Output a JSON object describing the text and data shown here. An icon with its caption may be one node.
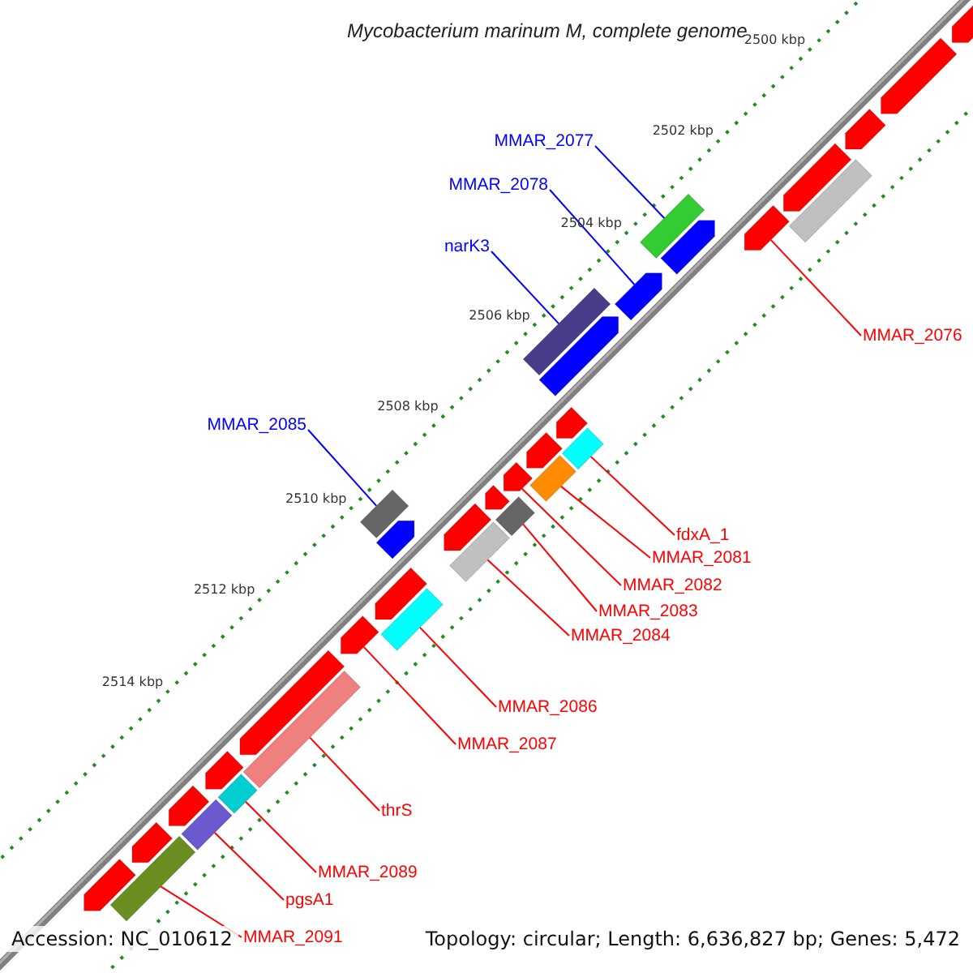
{
  "diagram": {
    "title": "Mycobacterium marinum M, complete genome",
    "nodes": [
      {
        "text": [
          "MMAR_2077"
        ]
      },
      {
        "text": [
          "MMAR_2078"
        ]
      },
      {
        "text": [
          "narK3"
        ]
      },
      {
        "text": [
          "MMAR_2085"
        ]
      },
      {
        "text": [
          "MMAR_2076"
        ]
      },
      {
        "text": [
          "fdxA_1"
        ]
      },
      {
        "text": [
          "MMAR_2081"
        ]
      },
      {
        "text": [
          "MMAR_2082"
        ]
      },
      {
        "text": [
          "MMAR_2083"
        ]
      },
      {
        "text": [
          "MMAR_2084"
        ]
      },
      {
        "text": [
          "MMAR_2086"
        ]
      },
      {
        "text": [
          "MMAR_2087"
        ]
      },
      {
        "text": [
          "thrS"
        ]
      },
      {
        "text": [
          "MMAR_2089"
        ]
      },
      {
        "text": [
          "pgsA1"
        ]
      },
      {
        "text": [
          "MMAR_2091"
        ]
      },
      {
        "text": [],
        "shape": "pentagon"
      },
      {
        "text": [],
        "shape": "pentagon"
      },
      {
        "text": [],
        "shape": "pentagon"
      },
      {
        "text": [],
        "shape": "pentagon"
      },
      {
        "text": [],
        "shape": "pentagon"
      },
      {
        "text": [],
        "shape": "bar"
      },
      {
        "text": [],
        "shape": "bar"
      },
      {
        "text": [],
        "shape": "pentagon"
      },
      {
        "text": [],
        "shape": "pentagon"
      },
      {
        "text": [],
        "shape": "bar"
      },
      {
        "text": [],
        "shape": "pentagon"
      },
      {
        "text": [],
        "shape": "bar"
      },
      {
        "text": [],
        "shape": "pentagon"
      },
      {
        "text": [],
        "shape": "pentagon"
      },
      {
        "text": [],
        "shape": "pentagon"
      },
      {
        "text": [],
        "shape": "pentagon"
      },
      {
        "text": [],
        "shape": "pentagon"
      },
      {
        "text": [],
        "shape": "pentagon"
      },
      {
        "text": [],
        "shape": "bar"
      },
      {
        "text": [],
        "shape": "bar"
      },
      {
        "text": [],
        "shape": "bar"
      },
      {
        "text": [],
        "shape": "bar"
      },
      {
        "text": [],
        "shape": "pentagon"
      },
      {
        "text": [],
        "shape": "pentagon"
      },
      {
        "text": [],
        "shape": "bar"
      },
      {
        "text": [],
        "shape": "pentagon"
      },
      {
        "text": [],
        "shape": "bar"
      },
      {
        "text": [],
        "shape": "pentagon"
      },
      {
        "text": [],
        "shape": "pentagon"
      },
      {
        "text": [],
        "shape": "pentagon"
      },
      {
        "text": [],
        "shape": "pentagon"
      },
      {
        "text": [],
        "shape": "bar"
      },
      {
        "text": [],
        "shape": "bar"
      },
      {
        "text": [],
        "shape": "bar"
      }
    ],
    "edges": [
      {
        "from": 0,
        "to": 22,
        "arrow": "none",
        "color": "#0000ff"
      },
      {
        "from": 1,
        "to": 24,
        "arrow": "none",
        "color": "#0000ff"
      },
      {
        "from": 2,
        "to": 25,
        "arrow": "none",
        "color": "#0000ff"
      },
      {
        "from": 3,
        "to": 27,
        "arrow": "none",
        "color": "#0000ff"
      },
      {
        "from": 4,
        "to": 20,
        "arrow": "none"
      },
      {
        "from": 5,
        "to": 34,
        "arrow": "none"
      },
      {
        "from": 6,
        "to": 35,
        "arrow": "none"
      },
      {
        "from": 7,
        "to": 31,
        "arrow": "none"
      },
      {
        "from": 8,
        "to": 36,
        "arrow": "none"
      },
      {
        "from": 9,
        "to": 37,
        "arrow": "none"
      },
      {
        "from": 10,
        "to": 40,
        "arrow": "none"
      },
      {
        "from": 11,
        "to": 39,
        "arrow": "none"
      },
      {
        "from": 12,
        "to": 42,
        "arrow": "none"
      },
      {
        "from": 13,
        "to": 47,
        "arrow": "none"
      },
      {
        "from": 14,
        "to": 48,
        "arrow": "none"
      },
      {
        "from": 15,
        "to": 49,
        "arrow": "none"
      }
    ],
    "labels": [
      "2500 kbp",
      "2502 kbp",
      "2504 kbp",
      "2506 kbp",
      "2508 kbp",
      "2510 kbp",
      "2512 kbp",
      "2514 kbp",
      "Accession: NC_010612",
      "Topology: circular; Length: 6,636,827 bp; Genes: 5,472"
    ]
  }
}
